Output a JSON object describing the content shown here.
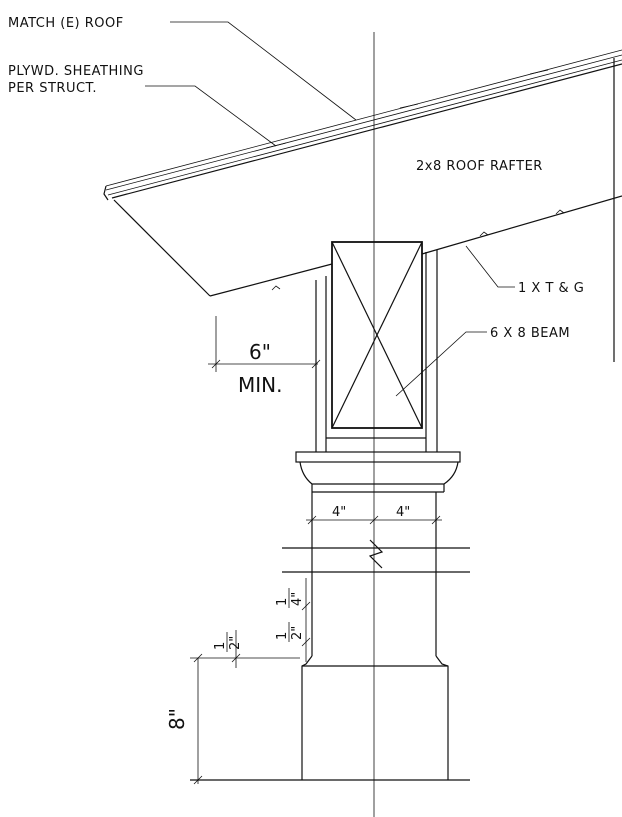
{
  "labels": {
    "match_roof": "MATCH (E) ROOF",
    "plywood_line1": "PLYWD. SHEATHING",
    "plywood_line2": "PER STRUCT.",
    "rafter": "2x8 ROOF RAFTER",
    "t_and_g": "1 X T & G",
    "beam": "6 X 8 BEAM"
  },
  "dimensions": {
    "overhang": "6\"",
    "overhang_note": "MIN.",
    "half_left": "4\"",
    "half_right": "4\"",
    "base_height": "8\"",
    "quarter_num": "1",
    "quarter_den": "4\"",
    "half_num": "1",
    "half_den": "2\"",
    "half2_num": "1",
    "half2_den": "2\""
  }
}
